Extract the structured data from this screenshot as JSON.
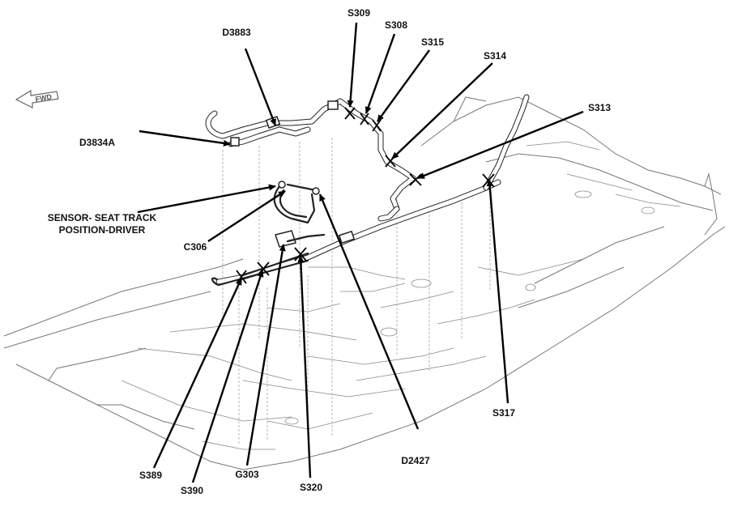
{
  "fwd_arrow": {
    "label": "FWD"
  },
  "labels": {
    "d3883": "D3883",
    "s309": "S309",
    "s308": "S308",
    "s315": "S315",
    "s314": "S314",
    "s313": "S313",
    "d3834a": "D3834A",
    "sensor_line1": "SENSOR- SEAT TRACK",
    "sensor_line2": "POSITION-DRIVER",
    "c306": "C306",
    "s317": "S317",
    "d2427": "D2427",
    "s389": "S389",
    "s390": "S390",
    "g303": "G303",
    "s320": "S320"
  }
}
